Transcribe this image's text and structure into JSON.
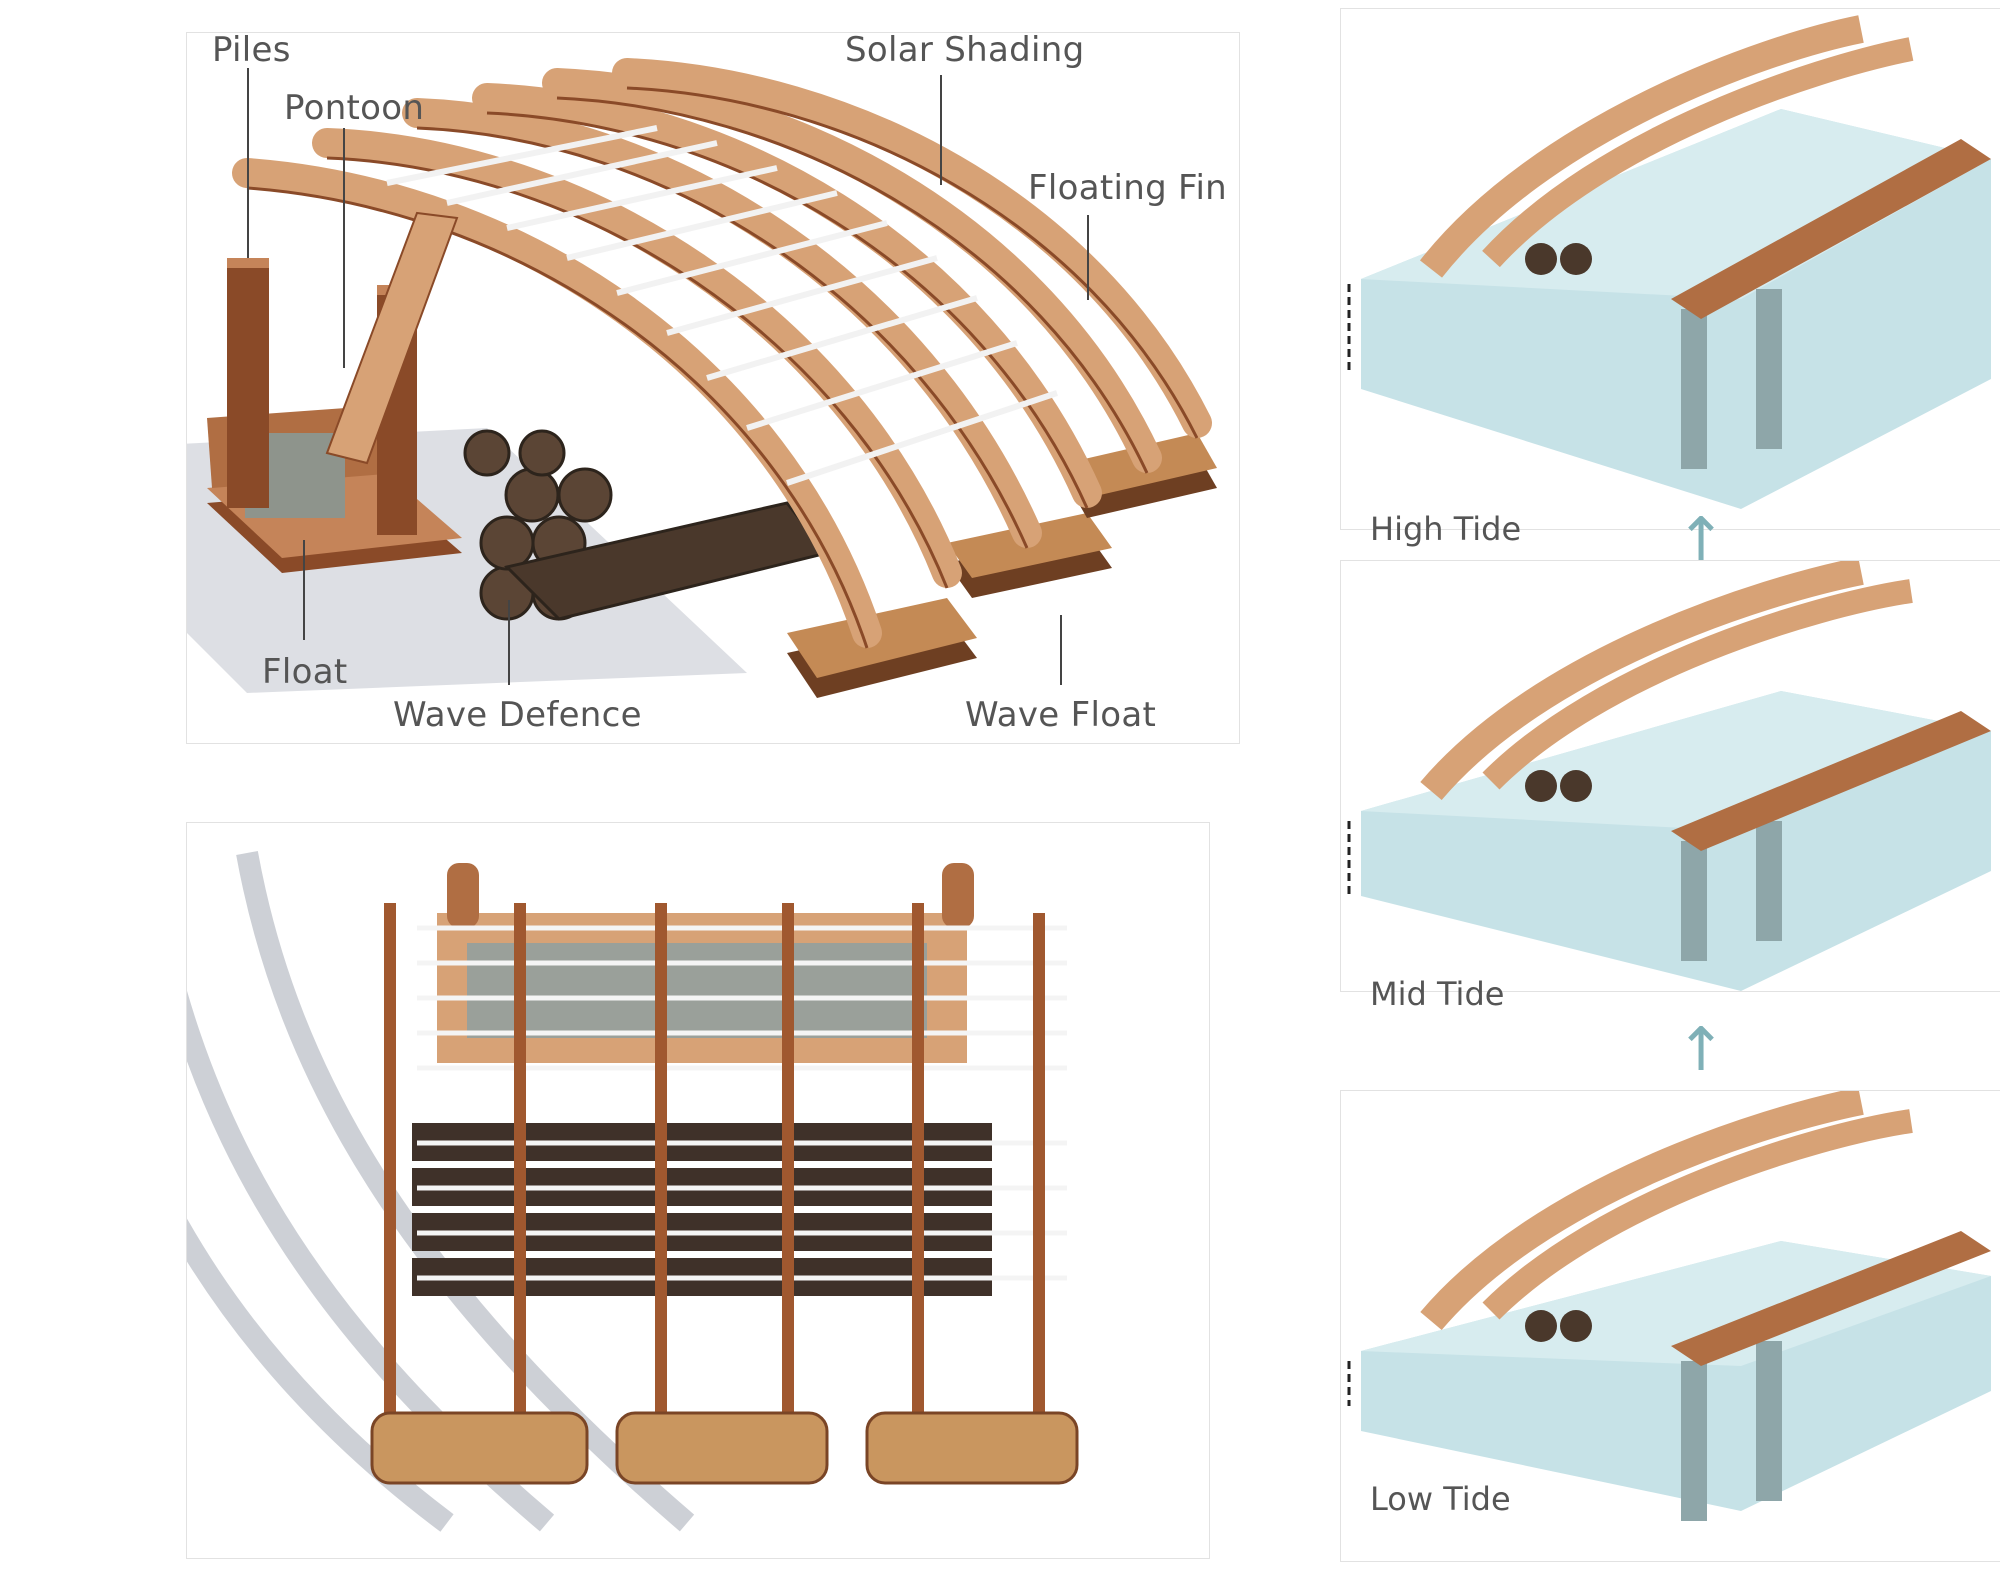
{
  "labels": {
    "piles": "Piles",
    "pontoon": "Pontoon",
    "solar_shading": "Solar Shading",
    "floating_fin": "Floating Fin",
    "float": "Float",
    "wave_defence": "Wave Defence",
    "wave_float": "Wave Float"
  },
  "tides": {
    "high": "High Tide",
    "mid": "Mid Tide",
    "low": "Low Tide"
  },
  "colors": {
    "wood_light": "#d9a57a",
    "wood_dark": "#8a4a28",
    "cork": "#c48a55",
    "foam": "#8e948c",
    "water": "#bfdde3",
    "arrow": "#7fb0b7",
    "shadow": "#c9ccd1"
  }
}
